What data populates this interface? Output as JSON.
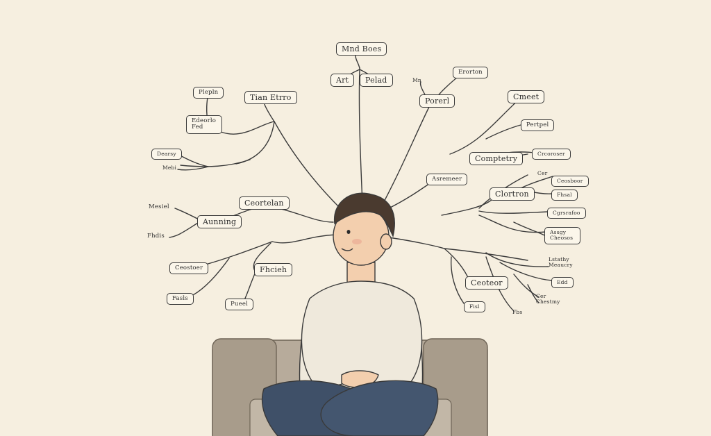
{
  "mind_map": {
    "root": "Mnd Boes",
    "nodes": {
      "art": "Art",
      "pelad": "Pelad",
      "tian_etrro": "Tian Etrro",
      "plepln": "Plepln",
      "edeorlo_fed": "Edeorlo Fed",
      "dearsy": "Dearsy",
      "mebi": "Mebi",
      "mn": "Mn",
      "erorton": "Erorton",
      "porerl": "Porerl",
      "cmeet": "Cmeet",
      "pertpel": "Pertpel",
      "comptetry": "Comptetry",
      "crcoroser": "Crcoroser",
      "asremeer": "Asremeer",
      "clortron": "Clortron",
      "cer": "Cer",
      "ceosboor": "Ceosboor",
      "fhsal": "Fhsal",
      "cgrsrafoo": "Cgrsrafoo",
      "aseg_cheosos": "Assgy Cheosos",
      "ceortelan": "Ceortelan",
      "aunning": "Aunning",
      "mesiel": "Mesiel",
      "fhdis": "Fhdis",
      "ceostoer": "Ceostoer",
      "fhcieh": "Fhcieh",
      "fasls": "Fasls",
      "pueel": "Pueel",
      "ceoteor": "Ceoteor",
      "lstathy_meaucry": "Lstathy Meaucry",
      "edd": "Edd",
      "cer_chestmy": "Cer Chestmy",
      "fisl": "Fisl",
      "fbs": "Fbs"
    }
  },
  "colors": {
    "background": "#f6efe0",
    "line": "#3a3a3a",
    "sofa": "#b7ab9b",
    "sofa_dark": "#9d917f",
    "sweater": "#efe9dc",
    "jeans": "#3f5068",
    "hair": "#4a3a2f",
    "skin": "#f3cfae"
  }
}
